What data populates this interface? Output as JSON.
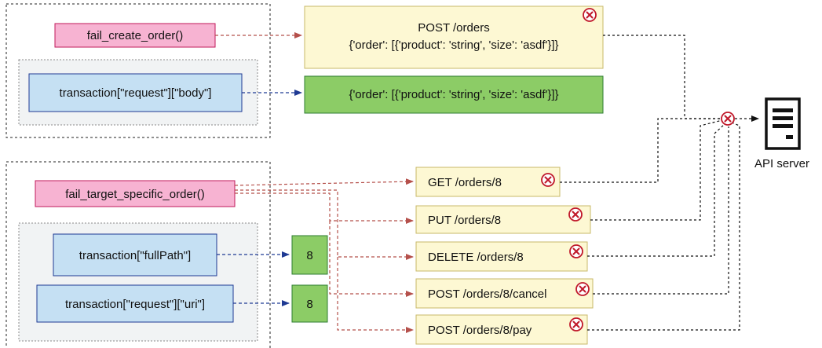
{
  "functions": {
    "create": "fail_create_order()",
    "specific": "fail_target_specific_order()"
  },
  "transactions": {
    "body": "transaction[\"request\"][\"body\"]",
    "full_path": "transaction[\"fullPath\"]",
    "uri": "transaction[\"request\"][\"uri\"]"
  },
  "values": {
    "body": "{'order': [{'product': 'string', 'size': 'asdf'}]}",
    "full_path": "8",
    "uri": "8"
  },
  "requests": {
    "post_orders_line1": "POST /orders",
    "post_orders_line2": "{'order': [{'product': 'string', 'size': 'asdf'}]}",
    "get_order": "GET /orders/8",
    "put_order": "PUT /orders/8",
    "delete_order": "DELETE /orders/8",
    "cancel_order": "POST /orders/8/cancel",
    "pay_order": "POST /orders/8/pay"
  },
  "server": {
    "label": "API server",
    "icon": "server-icon"
  },
  "colors": {
    "function_fill": "#f7b3d2",
    "transaction_fill": "#c5e0f3",
    "value_fill": "#8ccc66",
    "request_fill": "#fdf8d3",
    "error": "#c0182a",
    "arrow_red": "#b5504b",
    "arrow_blue": "#1f3a93"
  }
}
